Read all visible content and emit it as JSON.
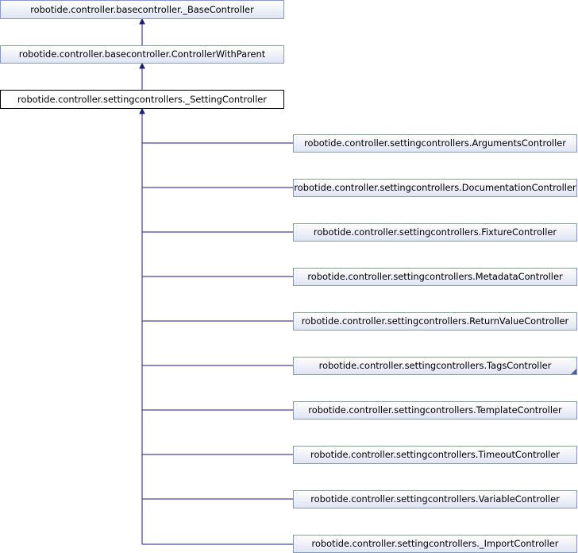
{
  "diagram": {
    "nodes": [
      {
        "id": "base",
        "label": "robotide.controller.basecontroller._BaseController"
      },
      {
        "id": "withparent",
        "label": "robotide.controller.basecontroller.ControllerWithParent"
      },
      {
        "id": "setting",
        "label": "robotide.controller.settingcontrollers._SettingController"
      },
      {
        "id": "arguments",
        "label": "robotide.controller.settingcontrollers.ArgumentsController"
      },
      {
        "id": "documentation",
        "label": "robotide.controller.settingcontrollers.DocumentationController"
      },
      {
        "id": "fixture",
        "label": "robotide.controller.settingcontrollers.FixtureController"
      },
      {
        "id": "metadata",
        "label": "robotide.controller.settingcontrollers.MetadataController"
      },
      {
        "id": "returnvalue",
        "label": "robotide.controller.settingcontrollers.ReturnValueController"
      },
      {
        "id": "tags",
        "label": "robotide.controller.settingcontrollers.TagsController"
      },
      {
        "id": "template",
        "label": "robotide.controller.settingcontrollers.TemplateController"
      },
      {
        "id": "timeout",
        "label": "robotide.controller.settingcontrollers.TimeoutController"
      },
      {
        "id": "variable",
        "label": "robotide.controller.settingcontrollers.VariableController"
      },
      {
        "id": "import",
        "label": "robotide.controller.settingcontrollers._ImportController"
      }
    ],
    "edges": [
      {
        "from": "withparent",
        "to": "base"
      },
      {
        "from": "setting",
        "to": "withparent"
      },
      {
        "from": "arguments",
        "to": "setting"
      },
      {
        "from": "documentation",
        "to": "setting"
      },
      {
        "from": "fixture",
        "to": "setting"
      },
      {
        "from": "metadata",
        "to": "setting"
      },
      {
        "from": "returnvalue",
        "to": "setting"
      },
      {
        "from": "tags",
        "to": "setting"
      },
      {
        "from": "template",
        "to": "setting"
      },
      {
        "from": "timeout",
        "to": "setting"
      },
      {
        "from": "variable",
        "to": "setting"
      },
      {
        "from": "import",
        "to": "setting"
      }
    ],
    "colors": {
      "node_border": "#8498c9",
      "node_fill_top": "#ffffff",
      "node_fill_bottom": "#dfe4f2",
      "current_border": "#000000",
      "edge": "#1d1d7a"
    }
  }
}
